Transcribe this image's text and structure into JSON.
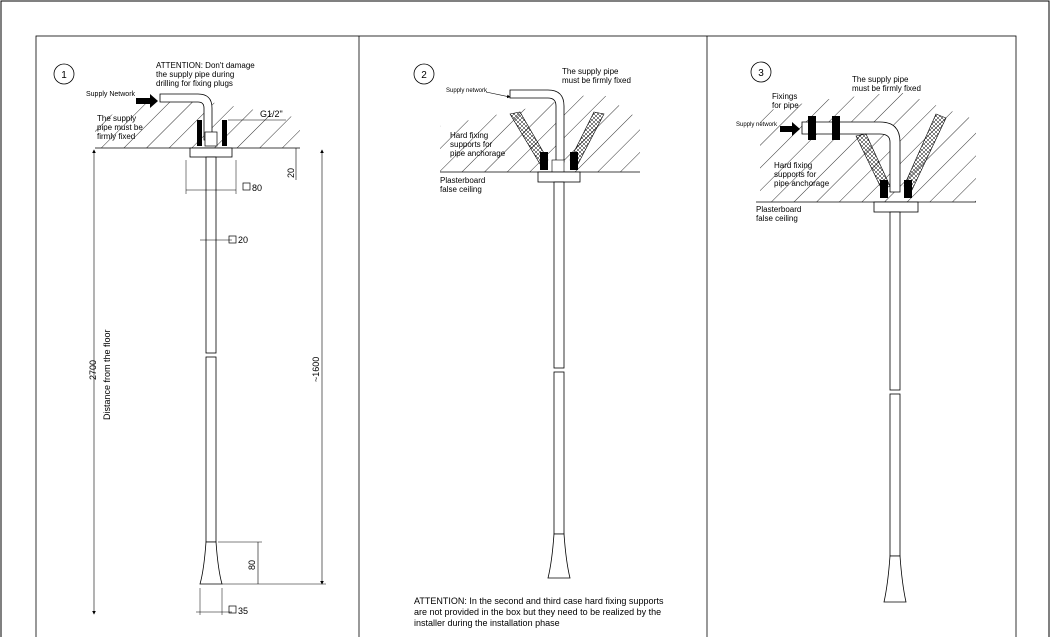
{
  "panels": [
    {
      "number": "1",
      "attention_lines": [
        "ATTENTION: Don't damage",
        "the supply pipe during",
        "drilling for fixing plugs"
      ],
      "supply_network": "Supply Network",
      "fixed_note_lines": [
        "The supply",
        "pipe must be",
        "firmly fixed"
      ],
      "thread": "G1/2\"",
      "dim_80_top": "80",
      "dim_20_side": "20",
      "dim_20_pipe": "20",
      "dim_2700": "2700",
      "distance_floor": "Distance from the floor",
      "dim_1600": "~1600",
      "dim_80_bottom": "80",
      "dim_35": "35"
    },
    {
      "number": "2",
      "supply_network": "Supply network",
      "fixed_note_lines": [
        "The supply pipe",
        "must be firmly fixed"
      ],
      "hard_fixing_lines": [
        "Hard fixing",
        "supports for",
        "pipe anchorage"
      ],
      "plasterboard_lines": [
        "Plasterboard",
        "false ceiling"
      ],
      "attention_lines": [
        "ATTENTION: In the second and third case hard fixing supports",
        "are not provided in the box but they need to be realized by the",
        "installer during the installation phase"
      ]
    },
    {
      "number": "3",
      "fixed_note_lines": [
        "The supply pipe",
        "must be firmly fixed"
      ],
      "fixings_lines": [
        "Fixings",
        "for pipe"
      ],
      "supply_network": "Supply network",
      "hard_fixing_lines": [
        "Hard fixing",
        "supports for",
        "pipe anchorage"
      ],
      "plasterboard_lines": [
        "Plasterboard",
        "false ceiling"
      ]
    }
  ]
}
